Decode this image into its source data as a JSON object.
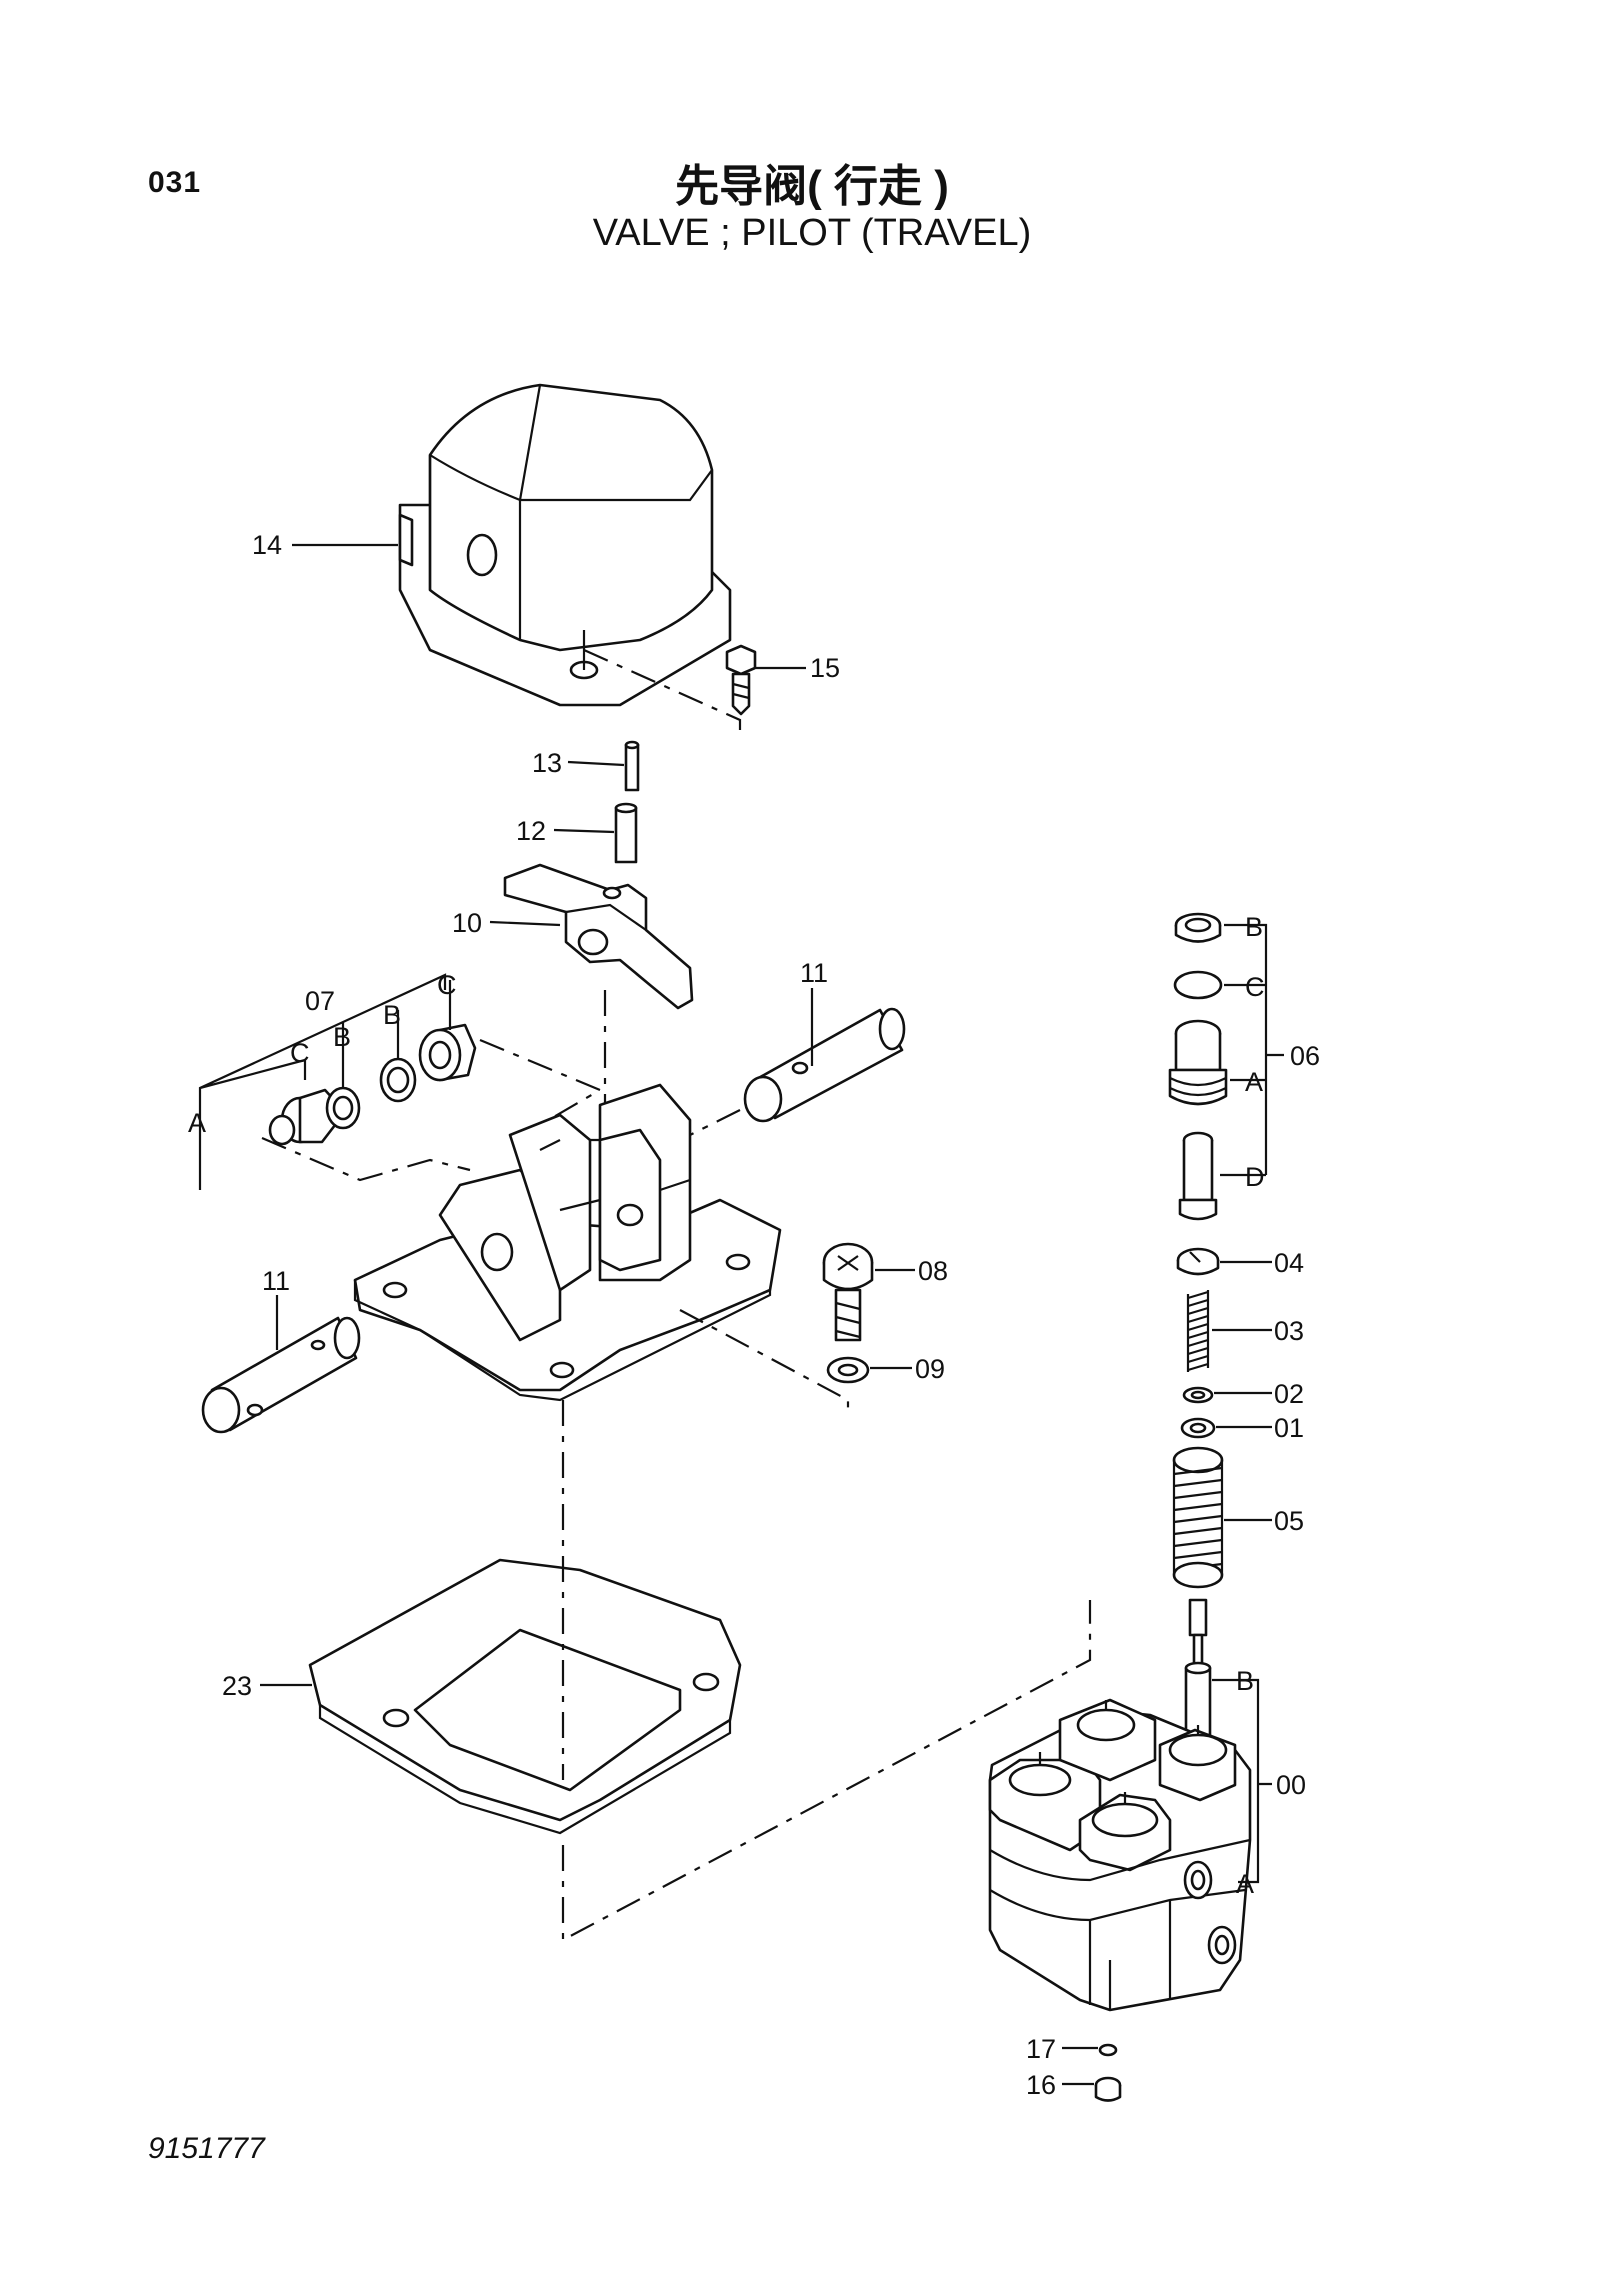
{
  "header": {
    "page_number": "031",
    "title_cn": "先导阀( 行走 )",
    "title_en": "VALVE ; PILOT (TRAVEL)"
  },
  "footer": {
    "doc_number": "9151777"
  },
  "callouts": {
    "c14": "14",
    "c15": "15",
    "c13": "13",
    "c12": "12",
    "c10": "10",
    "c07": "07",
    "c07_C1": "C",
    "c07_B1": "B",
    "c07_B2": "B",
    "c07_C2": "C",
    "c07_A": "A",
    "c11_top": "11",
    "c11_left": "11",
    "c08": "08",
    "c09": "09",
    "c23": "23",
    "c06": "06",
    "c06_B": "B",
    "c06_C": "C",
    "c06_A": "A",
    "c06_D": "D",
    "c04": "04",
    "c03": "03",
    "c02": "02",
    "c01": "01",
    "c05": "05",
    "c00": "00",
    "c00_B": "B",
    "c00_A": "A",
    "c17": "17",
    "c16": "16"
  }
}
